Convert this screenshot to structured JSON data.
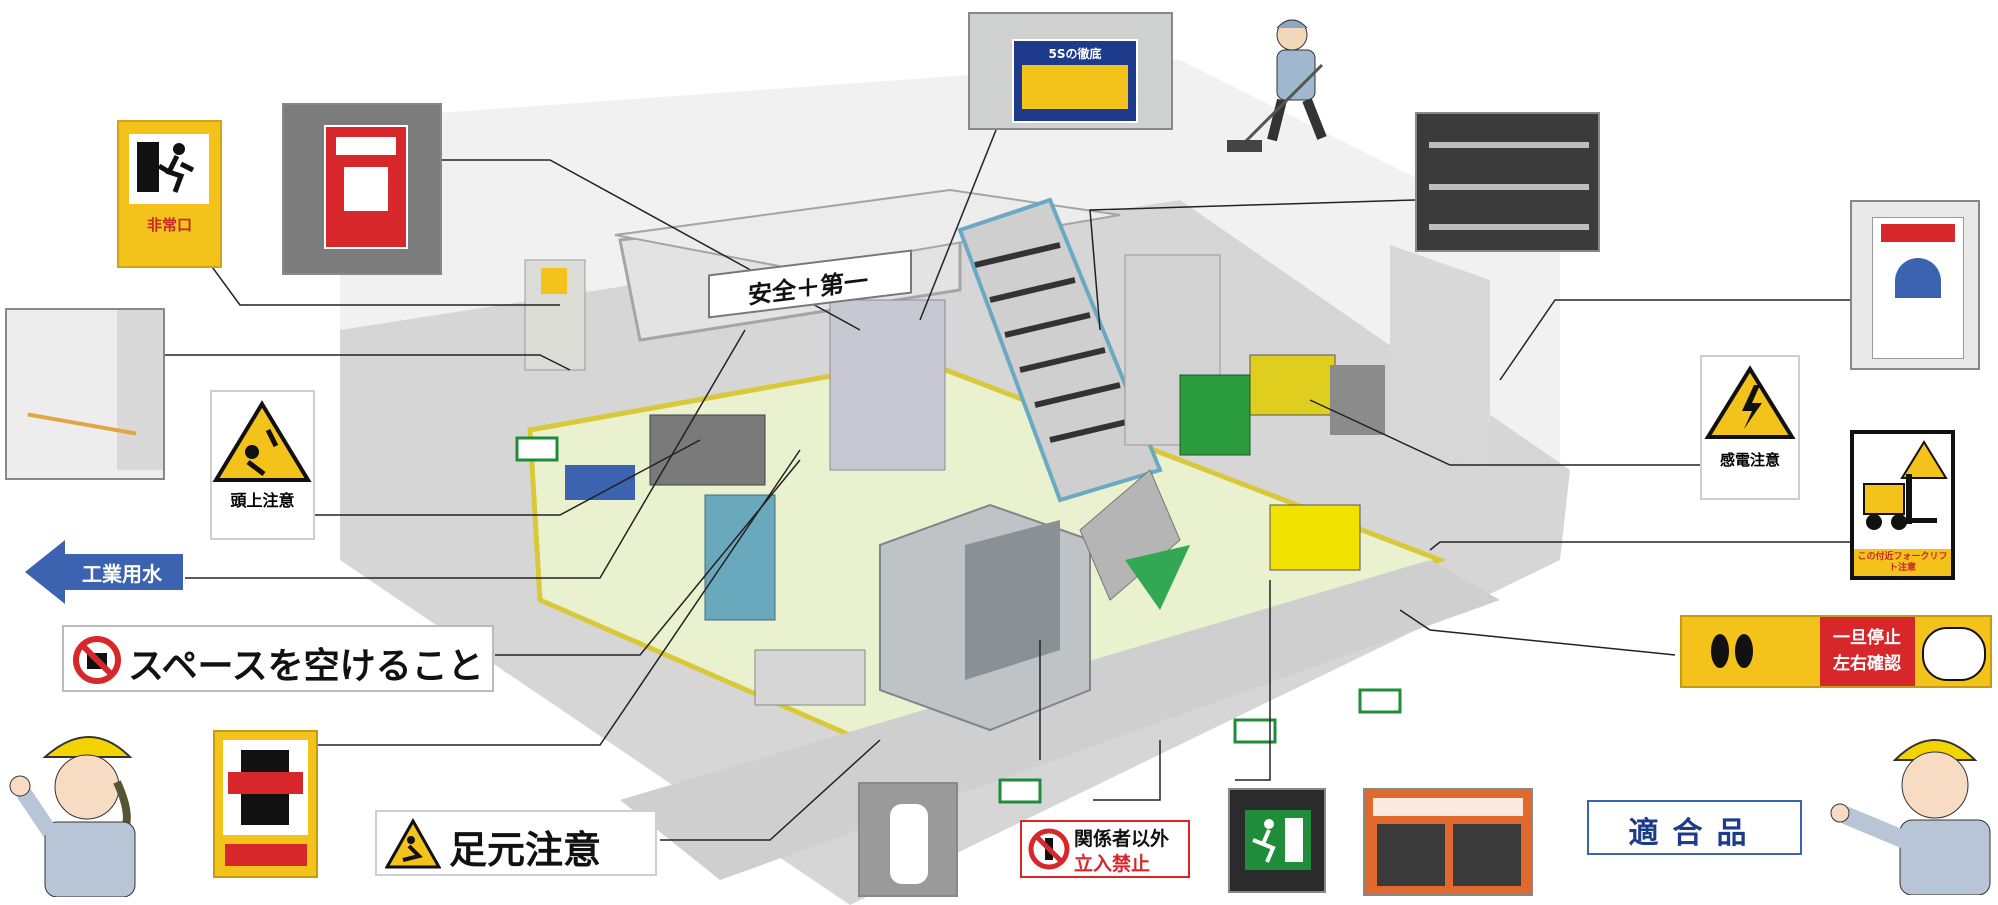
{
  "scene": {
    "banner_safety_first": "安全＋第一",
    "banner_5s": "5Sの徹底"
  },
  "callouts": {
    "overhead_caution": "頭上注意",
    "industrial_water": "工業用水",
    "keep_space_clear": "スペースを空けること",
    "watch_your_step": "足元注意",
    "no_entry_line1": "関係者以外",
    "no_entry_line2": "立入禁止",
    "conforming_product": "適合品",
    "electric_shock_caution": "感電注意",
    "forklift_warning": "この付近フォークリフト注意",
    "stop_check": "一旦停止 左右確認",
    "emergency_exit": "非常口"
  },
  "colors": {
    "sign_yellow": "#f3c21b",
    "sign_red": "#d7272b",
    "arrow_blue": "#3b63b0",
    "floor": "#dcdcdc",
    "work_area": "#eef4d6",
    "exit_green": "#1f8c3a"
  }
}
